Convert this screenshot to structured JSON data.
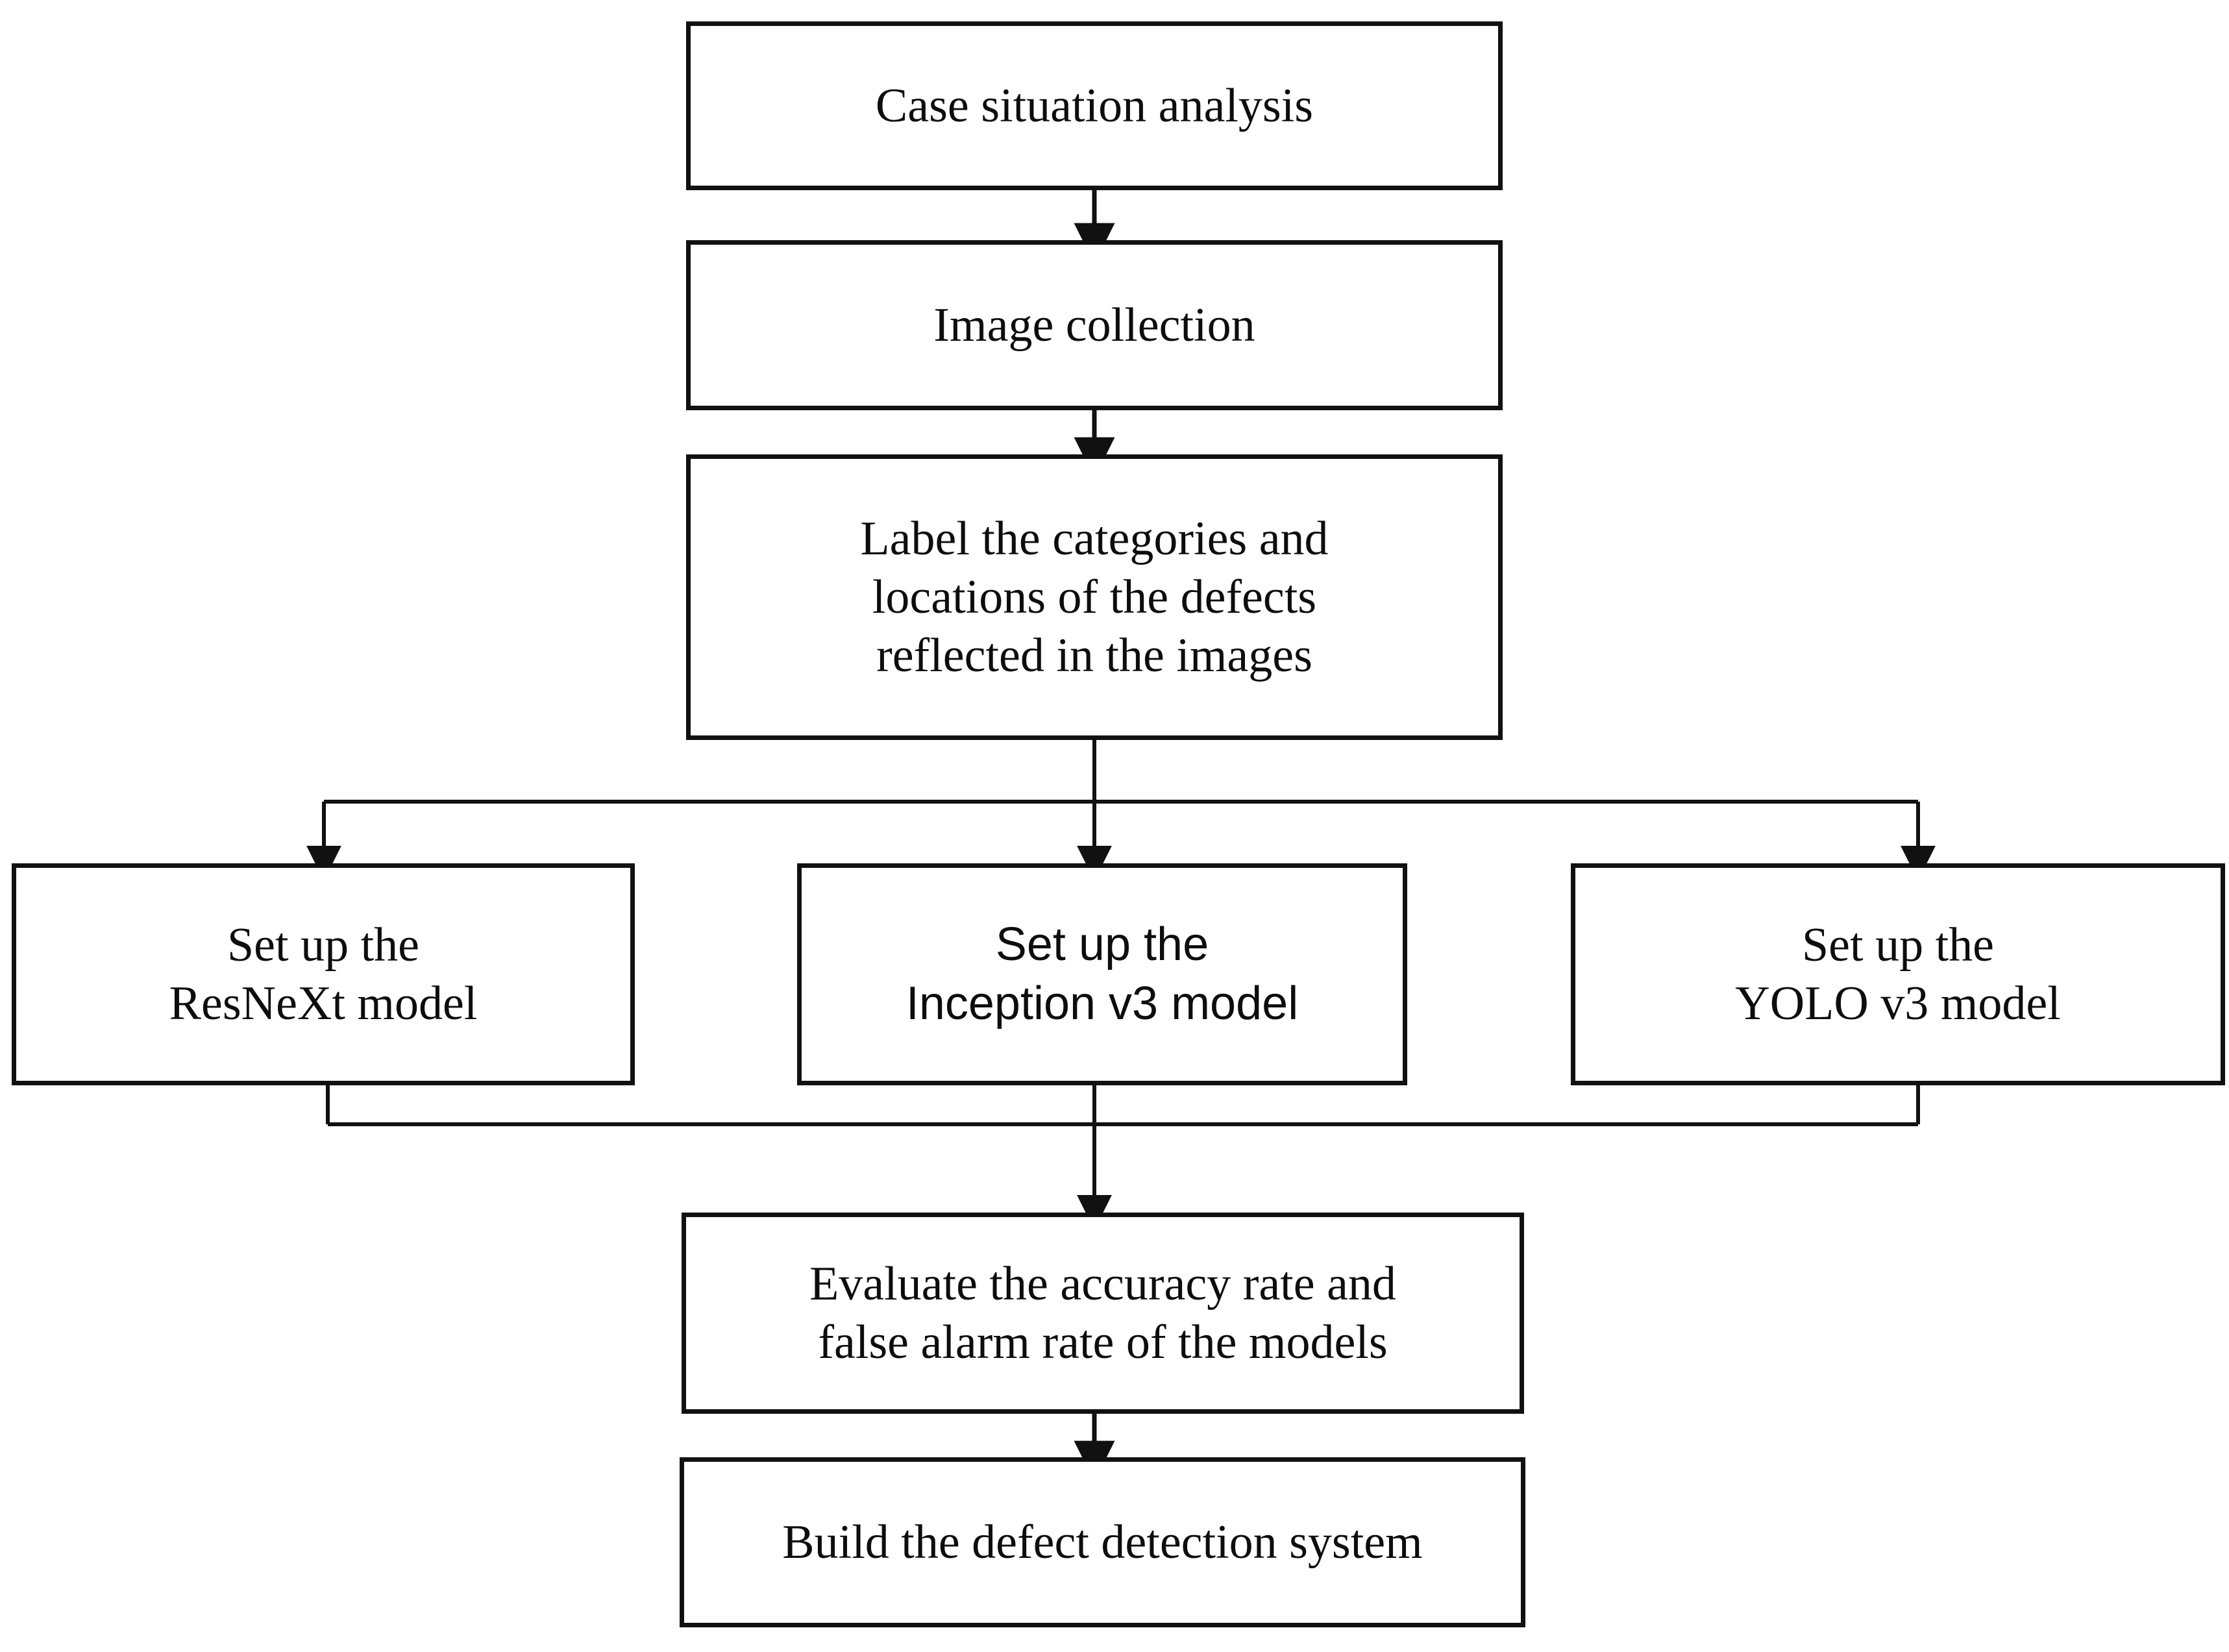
{
  "diagram": {
    "title": "Defect detection workflow flowchart",
    "orientation": "top-to-bottom",
    "background_color": "#ffffff",
    "line_color": "#111111",
    "text_color": "#0d0d0d"
  },
  "nodes": {
    "case_situation": {
      "id": "case-situation-analysis",
      "label": "Case situation analysis",
      "shape": "rectangle",
      "font": "serif"
    },
    "image_collection": {
      "id": "image-collection",
      "label": "Image collection",
      "shape": "rectangle",
      "font": "serif"
    },
    "label_defects": {
      "id": "label-defects",
      "label": "Label the categories and\nlocations of the defects\nreflected in the images",
      "shape": "rectangle",
      "font": "serif"
    },
    "resnext": {
      "id": "setup-resnext-model",
      "label": "Set up the\nResNeXt model",
      "shape": "rectangle",
      "font": "serif"
    },
    "inception": {
      "id": "setup-inception-v3-model",
      "label": "Set up the\nInception v3 model",
      "shape": "rectangle",
      "font": "sans-serif"
    },
    "yolo": {
      "id": "setup-yolo-v3-model",
      "label": "Set up the\nYOLO v3 model",
      "shape": "rectangle",
      "font": "serif"
    },
    "evaluate": {
      "id": "evaluate-models",
      "label": "Evaluate the accuracy rate and\nfalse alarm rate of the models",
      "shape": "rectangle",
      "font": "serif"
    },
    "build_system": {
      "id": "build-defect-detection-system",
      "label": "Build the defect detection system",
      "shape": "rectangle",
      "font": "serif"
    }
  },
  "edges": [
    {
      "from": "case_situation",
      "to": "image_collection",
      "type": "arrow-down"
    },
    {
      "from": "image_collection",
      "to": "label_defects",
      "type": "arrow-down"
    },
    {
      "from": "label_defects",
      "to": "resnext",
      "type": "branch-left"
    },
    {
      "from": "label_defects",
      "to": "inception",
      "type": "arrow-down"
    },
    {
      "from": "label_defects",
      "to": "yolo",
      "type": "branch-right"
    },
    {
      "from": "resnext",
      "to": "evaluate",
      "type": "merge-left"
    },
    {
      "from": "inception",
      "to": "evaluate",
      "type": "arrow-down"
    },
    {
      "from": "yolo",
      "to": "evaluate",
      "type": "merge-right"
    },
    {
      "from": "evaluate",
      "to": "build_system",
      "type": "arrow-down"
    }
  ]
}
